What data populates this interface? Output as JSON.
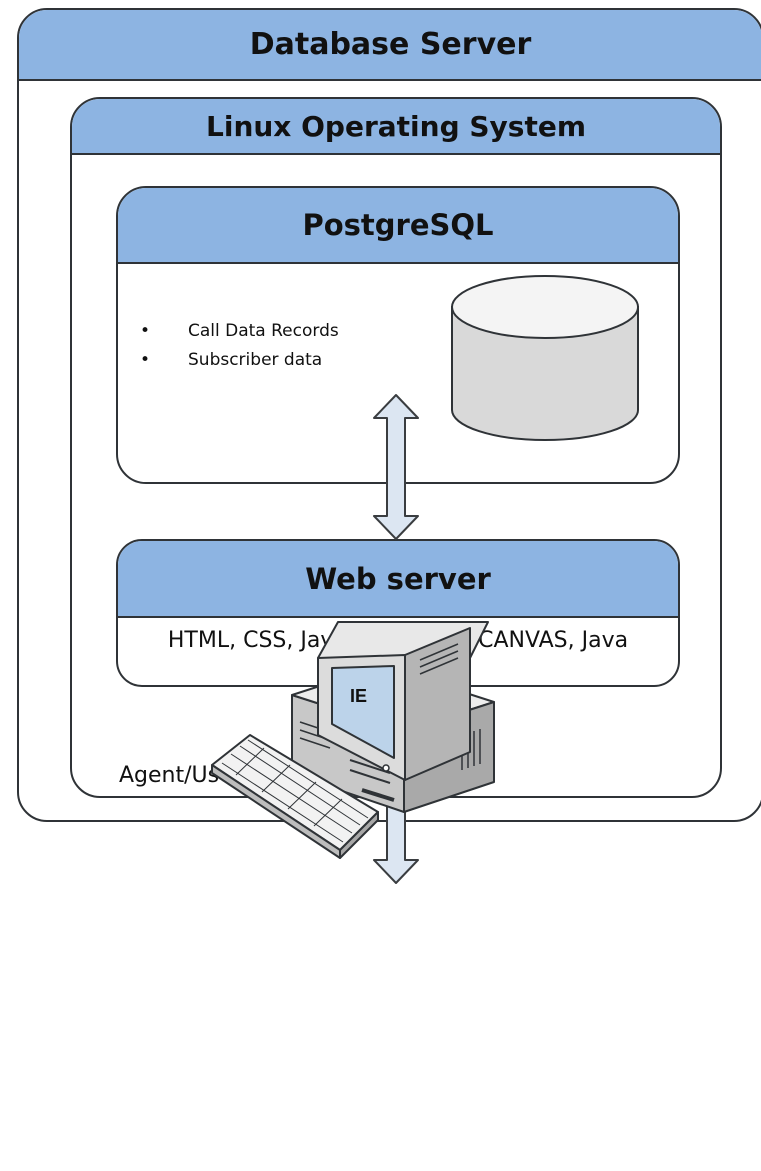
{
  "diagram": {
    "database_server": {
      "title": "Database Server"
    },
    "linux_os": {
      "title": "Linux Operating System"
    },
    "postgresql": {
      "title": "PostgreSQL",
      "items": [
        "Call Data Records",
        "Subscriber data"
      ]
    },
    "web_server": {
      "title": "Web server",
      "technologies": "HTML, CSS, JavaScript, SVG/CANVAS, Java"
    },
    "client": {
      "label": "Agent/User",
      "screen_text": "IE"
    }
  },
  "colors": {
    "header_fill": "#8db4e2",
    "border": "#2f3337",
    "arrow_fill": "#dce6f2",
    "cylinder_fill": "#d9d9d9"
  },
  "icons": [
    "database-cylinder-icon",
    "bidirectional-arrow-icon",
    "desktop-computer-icon",
    "keyboard-icon"
  ]
}
